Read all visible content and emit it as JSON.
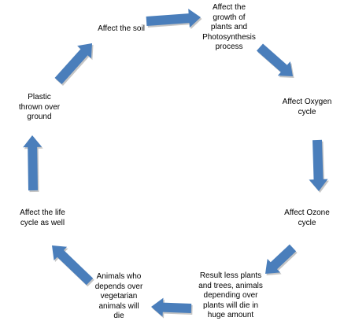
{
  "diagram": {
    "nodes": [
      {
        "id": "affect-soil",
        "text": "Affect the soil"
      },
      {
        "id": "affect-growth",
        "text": "Affect the\ngrowth of\nplants  and\nPhotosynthesis\nprocess"
      },
      {
        "id": "affect-oxygen",
        "text": "Affect Oxygen\ncycle"
      },
      {
        "id": "affect-ozone",
        "text": "Affect Ozone\ncycle"
      },
      {
        "id": "less-plants",
        "text": "Result less plants\nand trees, animals\ndepending over\nplants will die in\nhuge amount"
      },
      {
        "id": "animals-die",
        "text": "Animals who\ndepends over\nvegetarian\nanimals will\ndie"
      },
      {
        "id": "life-cycle",
        "text": "Affect the life\ncycle as well"
      },
      {
        "id": "plastic-thrown",
        "text": "Plastic\nthrown over\nground"
      }
    ],
    "edges": [
      {
        "from": "affect-soil",
        "to": "affect-growth"
      },
      {
        "from": "affect-growth",
        "to": "affect-oxygen"
      },
      {
        "from": "affect-oxygen",
        "to": "affect-ozone"
      },
      {
        "from": "affect-ozone",
        "to": "less-plants"
      },
      {
        "from": "less-plants",
        "to": "animals-die"
      },
      {
        "from": "animals-die",
        "to": "life-cycle"
      },
      {
        "from": "life-cycle",
        "to": "plastic-thrown"
      },
      {
        "from": "plastic-thrown",
        "to": "affect-soil"
      }
    ],
    "arrow_color": "#4a7ebb",
    "arrow_shadow_color": "#c5c5c5",
    "text_color": "#000000"
  }
}
